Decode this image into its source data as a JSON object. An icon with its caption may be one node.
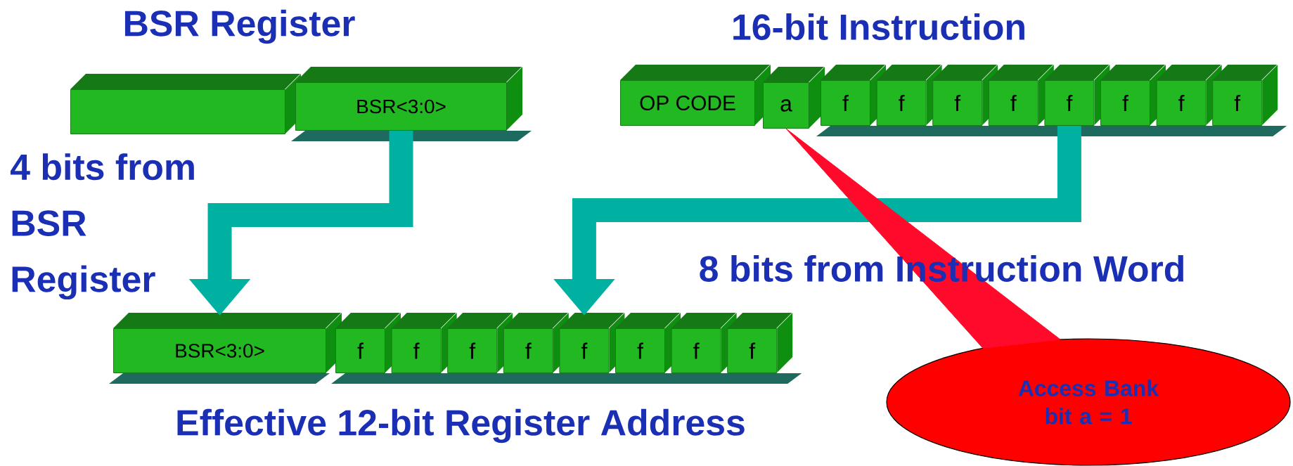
{
  "diagram": {
    "nodes": [
      {
        "text": [],
        "shape": "box"
      },
      {
        "text": [
          "BSR<3:0>"
        ]
      },
      {
        "text": [
          "OP CODE"
        ]
      },
      {
        "text": [
          "a"
        ]
      },
      {
        "text": [
          "f"
        ]
      },
      {
        "text": [
          "f"
        ]
      },
      {
        "text": [
          "f"
        ]
      },
      {
        "text": [
          "f"
        ]
      },
      {
        "text": [
          "f"
        ]
      },
      {
        "text": [
          "f"
        ]
      },
      {
        "text": [
          "f"
        ]
      },
      {
        "text": [
          "f"
        ]
      },
      {
        "text": [
          "BSR<3:0>"
        ]
      },
      {
        "text": [
          "f"
        ]
      },
      {
        "text": [
          "f"
        ]
      },
      {
        "text": [
          "f"
        ]
      },
      {
        "text": [
          "f"
        ]
      },
      {
        "text": [
          "f"
        ]
      },
      {
        "text": [
          "f"
        ]
      },
      {
        "text": [
          "f"
        ]
      },
      {
        "text": [
          "f"
        ]
      },
      {
        "text": [
          "Access Bank bit a = 1"
        ]
      },
      {
        "text": [],
        "shape": "bar"
      },
      {
        "text": [],
        "shape": "bar"
      },
      {
        "text": [],
        "shape": "bar"
      },
      {
        "text": [],
        "shape": "bar"
      }
    ],
    "edges": [
      {
        "from": 1,
        "to": 12,
        "arrow": "to"
      },
      {
        "from": 8,
        "to": 17,
        "arrow": "to"
      },
      {
        "from": 3,
        "to": 21,
        "arrow": "none",
        "color": "#ff0a2a"
      }
    ],
    "labels": [
      "BSR Register",
      "16-bit Instruction",
      "4 bits from BSR Register",
      "8 bits from Instruction Word",
      "Effective 12-bit Register Address"
    ]
  }
}
